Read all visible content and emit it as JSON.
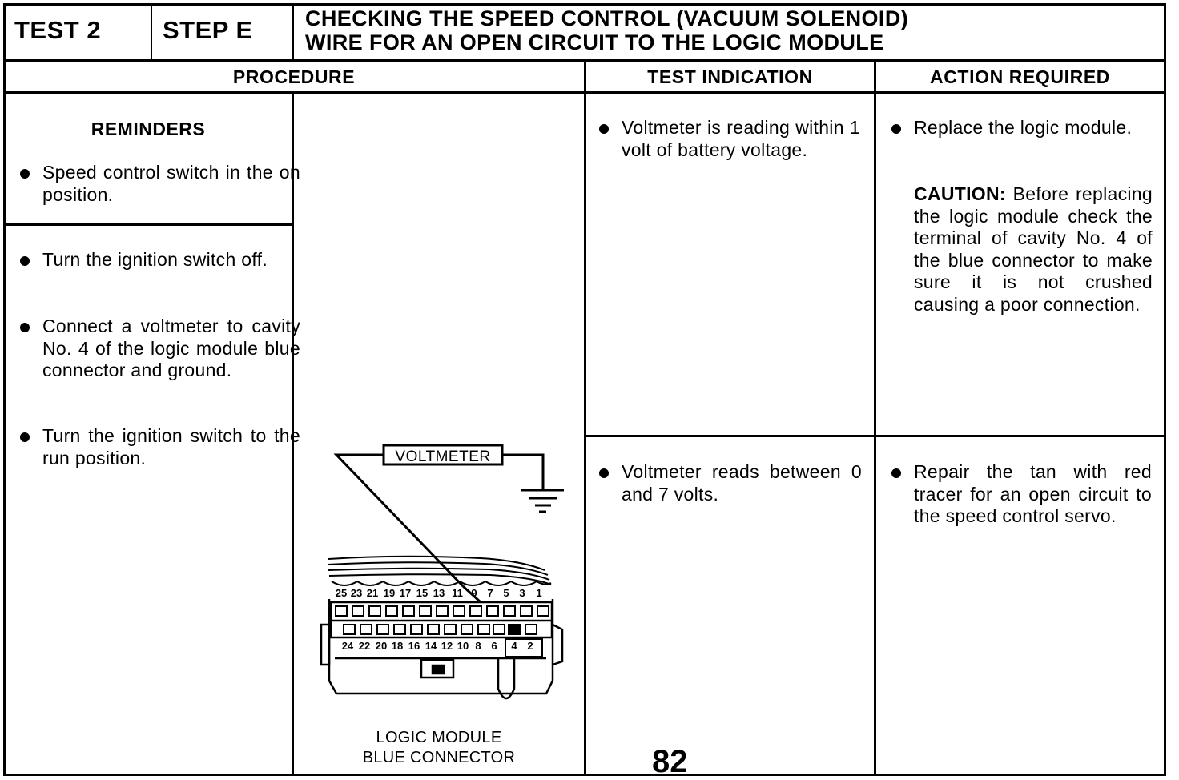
{
  "header": {
    "test": "TEST 2",
    "step": "STEP E",
    "title_line1": "CHECKING THE SPEED CONTROL (VACUUM SOLENOID)",
    "title_line2": "WIRE FOR AN OPEN CIRCUIT TO THE LOGIC MODULE"
  },
  "columns": {
    "procedure": "PROCEDURE",
    "test_indication": "TEST INDICATION",
    "action_required": "ACTION REQUIRED"
  },
  "procedure": {
    "reminders_title": "REMINDERS",
    "reminders": [
      "Speed control switch in the on position."
    ],
    "steps": [
      "Turn the ignition switch off.",
      "Connect a voltmeter to cavity No. 4 of the logic module blue connector and ground.",
      "Turn the ignition switch to the run position."
    ]
  },
  "diagram": {
    "meter_label": "VOLTMETER",
    "top_pins": [
      "25",
      "23",
      "21",
      "19",
      "17",
      "15",
      "13",
      "11",
      "9",
      "7",
      "5",
      "3",
      "1"
    ],
    "bottom_pins": [
      "24",
      "22",
      "20",
      "18",
      "16",
      "14",
      "12",
      "10",
      "8",
      "6",
      "4",
      "2"
    ],
    "caption_line1": "LOGIC MODULE",
    "caption_line2": "BLUE CONNECTOR"
  },
  "rows": [
    {
      "indication": "Voltmeter is reading within 1 volt of battery voltage.",
      "action": "Replace the logic module.",
      "caution_label": "CAUTION:",
      "caution_text": "Before replacing the logic module check the terminal of cavity No. 4 of the blue connector to make sure it is not crushed causing a poor connection."
    },
    {
      "indication": "Voltmeter reads between 0 and 7 volts.",
      "action": "Repair the tan with red tracer for an open circuit to the speed control servo."
    }
  ],
  "page_number": "82"
}
